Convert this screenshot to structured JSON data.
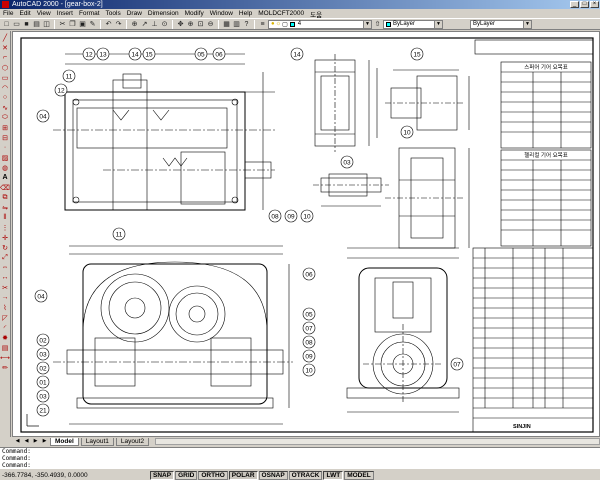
{
  "window": {
    "title": "AutoCAD 2000 - [gear-box-2]",
    "min": "_",
    "max": "□",
    "close": "×"
  },
  "menu": [
    "File",
    "Edit",
    "View",
    "Insert",
    "Format",
    "Tools",
    "Draw",
    "Dimension",
    "Modify",
    "Window",
    "Help",
    "MOLDCFT2000",
    "도움"
  ],
  "toolbar": {
    "layer_value": "4",
    "color_value": "ByLayer",
    "linetype_value": "ByLayer"
  },
  "tabs": [
    {
      "label": "Model",
      "active": true
    },
    {
      "label": "Layout1",
      "active": false
    },
    {
      "label": "Layout2",
      "active": false
    }
  ],
  "command_lines": [
    "Command:",
    "Command:",
    "Command:"
  ],
  "status": {
    "coords": "-366.7784, -350.4939, 0.0000",
    "buttons": [
      {
        "label": "SNAP",
        "on": true
      },
      {
        "label": "GRID",
        "on": false
      },
      {
        "label": "ORTHO",
        "on": false
      },
      {
        "label": "POLAR",
        "on": true
      },
      {
        "label": "OSNAP",
        "on": false
      },
      {
        "label": "OTRACK",
        "on": false
      },
      {
        "label": "LWT",
        "on": true
      },
      {
        "label": "MODEL",
        "on": false
      }
    ]
  },
  "drawing": {
    "balloons_top": [
      "12",
      "13",
      "14",
      "15",
      "05",
      "06",
      "11",
      "12",
      "04",
      "08",
      "09",
      "10",
      "11"
    ],
    "balloons_front": [
      "04",
      "02",
      "03",
      "02",
      "01",
      "03",
      "21",
      "05",
      "07",
      "08",
      "09",
      "10"
    ],
    "balloons_side": [
      "06",
      "07"
    ],
    "detail_labels": [
      "14",
      "15",
      "10",
      "03"
    ],
    "table1_title": "스퍼어 기어 요목표",
    "table2_title": "헬리컬 기어 요목표",
    "titleblock_company": "SINJIN"
  }
}
